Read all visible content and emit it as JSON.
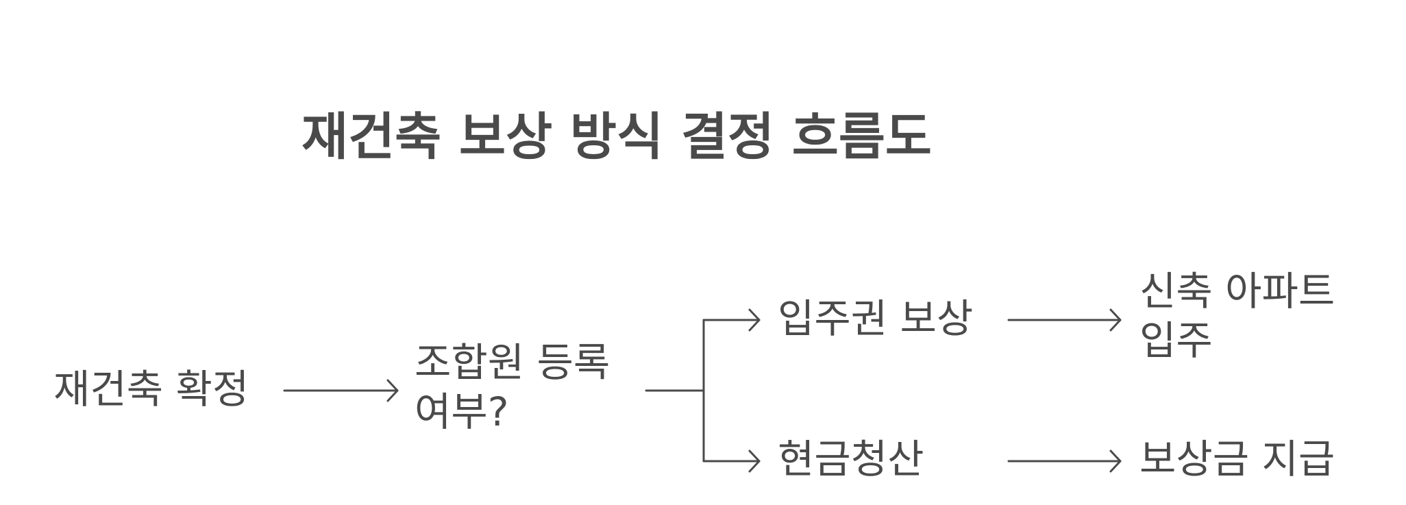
{
  "title": "재건축 보상 방식 결정 흐름도",
  "nodes": {
    "start": "재건축 확정",
    "decision": [
      "조합원 등록",
      "여부?"
    ],
    "option_a": "입주권 보상",
    "result_a": [
      "신축 아파트",
      "입주"
    ],
    "option_b": "현금청산",
    "result_b": "보상금 지급"
  },
  "colors": {
    "text": "#4a4a4a",
    "line": "#4a4a4a",
    "background": "#ffffff"
  }
}
